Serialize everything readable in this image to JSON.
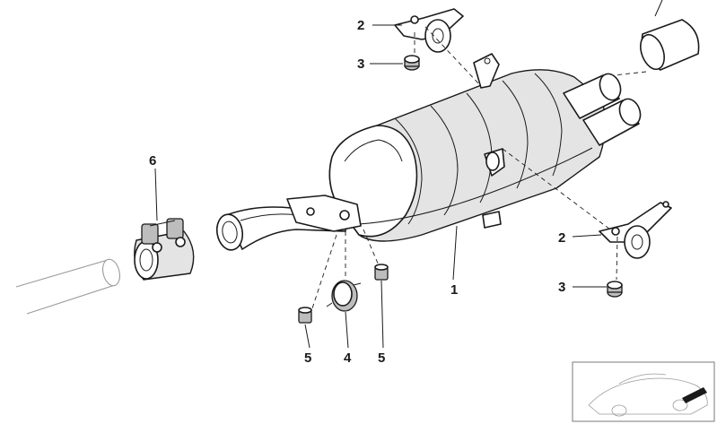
{
  "callouts": {
    "muffler": "1",
    "bracket_top": "2",
    "bracket_right": "2",
    "grommet_top": "3",
    "grommet_right": "3",
    "hanger_mount": "4",
    "nut_left": "5",
    "nut_right": "5",
    "clamp": "6"
  },
  "colors": {
    "line": "#1a1a1a",
    "shade": "#e4e4e4",
    "reference_gray": "#9a9a9a"
  }
}
